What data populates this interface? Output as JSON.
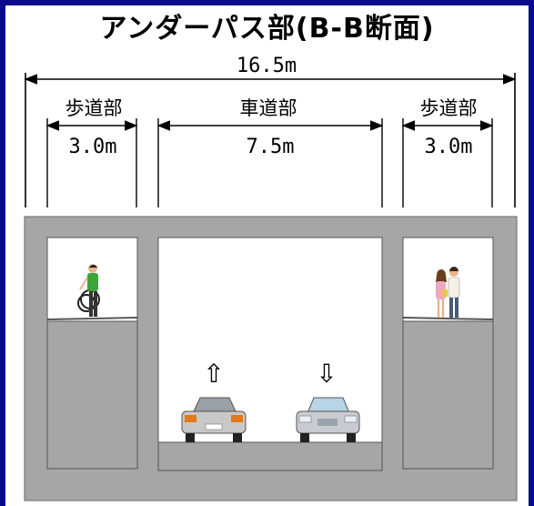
{
  "title": "アンダーパス部(B-B断面)",
  "dimensions": {
    "total": "16.5m",
    "sidewalk_left": "3.0m",
    "roadway": "7.5m",
    "sidewalk_right": "3.0m"
  },
  "labels": {
    "sidewalk_left": "歩道部",
    "roadway": "車道部",
    "sidewalk_right": "歩道部"
  },
  "arrows": {
    "left_lane": "⇧",
    "right_lane": "⇩"
  },
  "colors": {
    "frame": "#0a0a8c",
    "concrete": "#a6a6a6",
    "structure_outline": "#555555",
    "car_body": "#c8c8c8",
    "cyclist_shirt": "#3aa63a"
  }
}
